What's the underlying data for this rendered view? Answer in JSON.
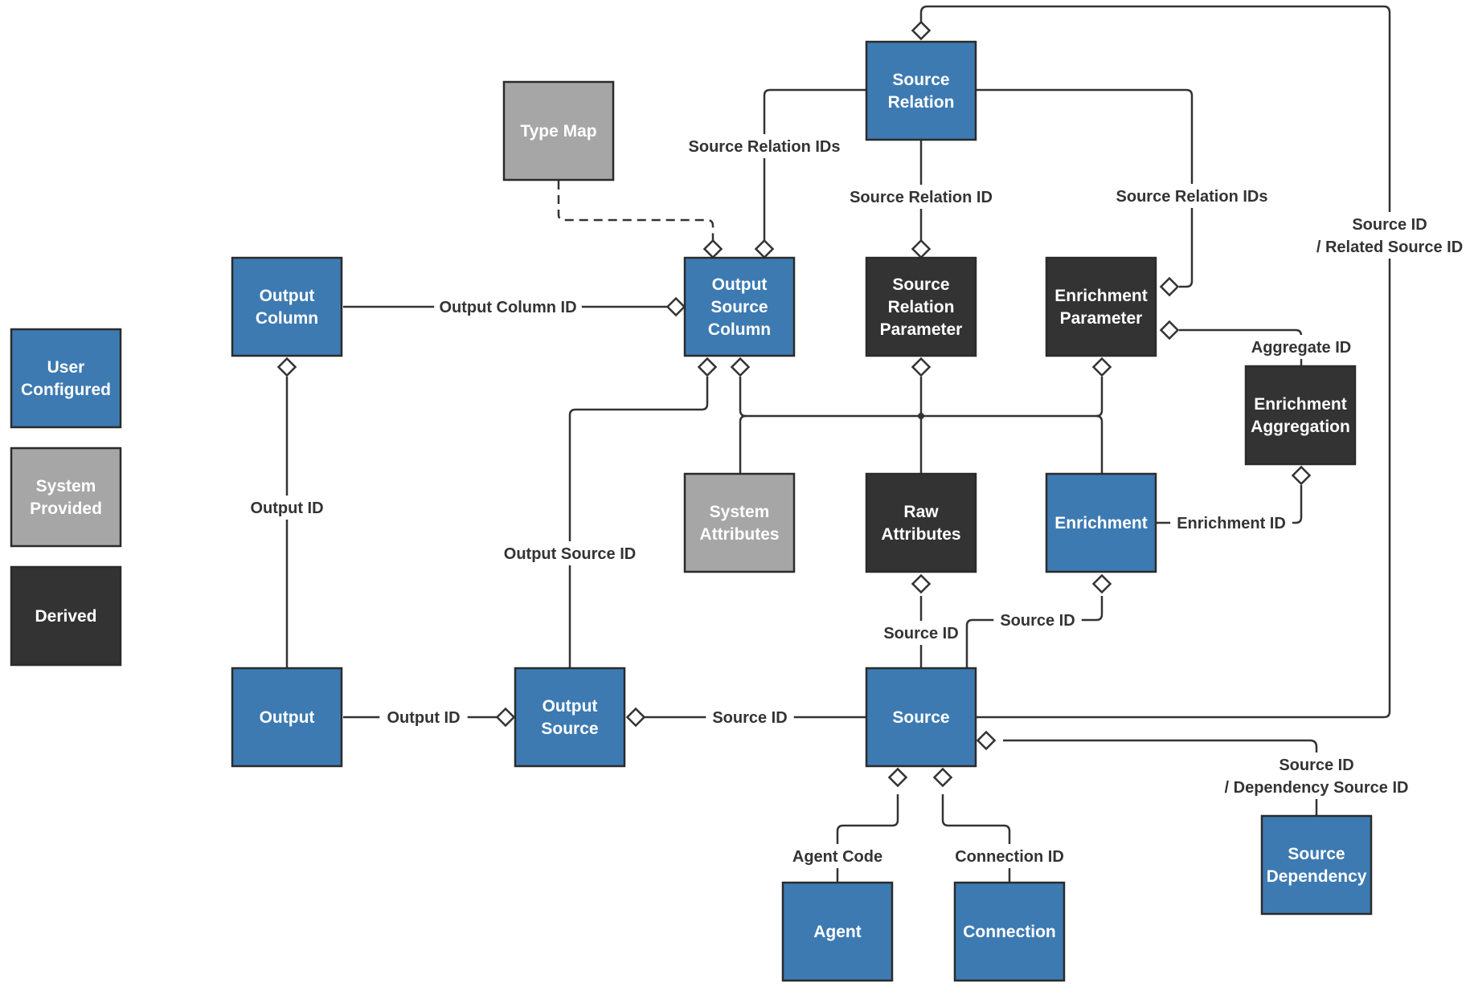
{
  "colors": {
    "user_configured": "#3d7ab2",
    "system_provided": "#a6a6a6",
    "derived": "#333333",
    "line": "#333333"
  },
  "legend": [
    {
      "id": "legend-user-configured",
      "lines": [
        "User",
        "Configured"
      ],
      "kind": "user_configured"
    },
    {
      "id": "legend-system-provided",
      "lines": [
        "System",
        "Provided"
      ],
      "kind": "system_provided"
    },
    {
      "id": "legend-derived",
      "lines": [
        "Derived"
      ],
      "kind": "derived"
    }
  ],
  "nodes": [
    {
      "id": "source-relation",
      "lines": [
        "Source",
        "Relation"
      ],
      "kind": "user_configured"
    },
    {
      "id": "type-map",
      "lines": [
        "Type Map"
      ],
      "kind": "system_provided"
    },
    {
      "id": "output-column",
      "lines": [
        "Output",
        "Column"
      ],
      "kind": "user_configured"
    },
    {
      "id": "output-source-column",
      "lines": [
        "Output",
        "Source",
        "Column"
      ],
      "kind": "user_configured"
    },
    {
      "id": "source-relation-parameter",
      "lines": [
        "Source",
        "Relation",
        "Parameter"
      ],
      "kind": "derived"
    },
    {
      "id": "enrichment-parameter",
      "lines": [
        "Enrichment",
        "Parameter"
      ],
      "kind": "derived"
    },
    {
      "id": "enrichment-aggregation",
      "lines": [
        "Enrichment",
        "Aggregation"
      ],
      "kind": "derived"
    },
    {
      "id": "system-attributes",
      "lines": [
        "System",
        "Attributes"
      ],
      "kind": "system_provided"
    },
    {
      "id": "raw-attributes",
      "lines": [
        "Raw",
        "Attributes"
      ],
      "kind": "derived"
    },
    {
      "id": "enrichment",
      "lines": [
        "Enrichment"
      ],
      "kind": "user_configured"
    },
    {
      "id": "output",
      "lines": [
        "Output"
      ],
      "kind": "user_configured"
    },
    {
      "id": "output-source",
      "lines": [
        "Output",
        "Source"
      ],
      "kind": "user_configured"
    },
    {
      "id": "source",
      "lines": [
        "Source"
      ],
      "kind": "user_configured"
    },
    {
      "id": "source-dependency",
      "lines": [
        "Source",
        "Dependency"
      ],
      "kind": "user_configured"
    },
    {
      "id": "agent",
      "lines": [
        "Agent"
      ],
      "kind": "user_configured"
    },
    {
      "id": "connection",
      "lines": [
        "Connection"
      ],
      "kind": "user_configured"
    }
  ],
  "edge_labels": [
    {
      "id": "label-source-relation-ids-left",
      "lines": [
        "Source Relation IDs"
      ]
    },
    {
      "id": "label-source-relation-id",
      "lines": [
        "Source Relation ID"
      ]
    },
    {
      "id": "label-source-relation-ids-right",
      "lines": [
        "Source Relation IDs"
      ]
    },
    {
      "id": "label-source-related-source-id",
      "lines": [
        "Source ID",
        "/ Related Source ID"
      ]
    },
    {
      "id": "label-output-column-id",
      "lines": [
        "Output Column ID"
      ]
    },
    {
      "id": "label-aggregate-id",
      "lines": [
        "Aggregate ID"
      ]
    },
    {
      "id": "label-output-id-vertical",
      "lines": [
        "Output ID"
      ]
    },
    {
      "id": "label-output-source-id",
      "lines": [
        "Output Source ID"
      ]
    },
    {
      "id": "label-enrichment-id",
      "lines": [
        "Enrichment ID"
      ]
    },
    {
      "id": "label-source-id-raw",
      "lines": [
        "Source ID"
      ]
    },
    {
      "id": "label-source-id-enrichment",
      "lines": [
        "Source ID"
      ]
    },
    {
      "id": "label-output-id-horizontal",
      "lines": [
        "Output ID"
      ]
    },
    {
      "id": "label-source-id-output-source",
      "lines": [
        "Source ID"
      ]
    },
    {
      "id": "label-source-dependency-source-id",
      "lines": [
        "Source ID",
        "/ Dependency Source ID"
      ]
    },
    {
      "id": "label-agent-code",
      "lines": [
        "Agent Code"
      ]
    },
    {
      "id": "label-connection-id",
      "lines": [
        "Connection ID"
      ]
    }
  ]
}
